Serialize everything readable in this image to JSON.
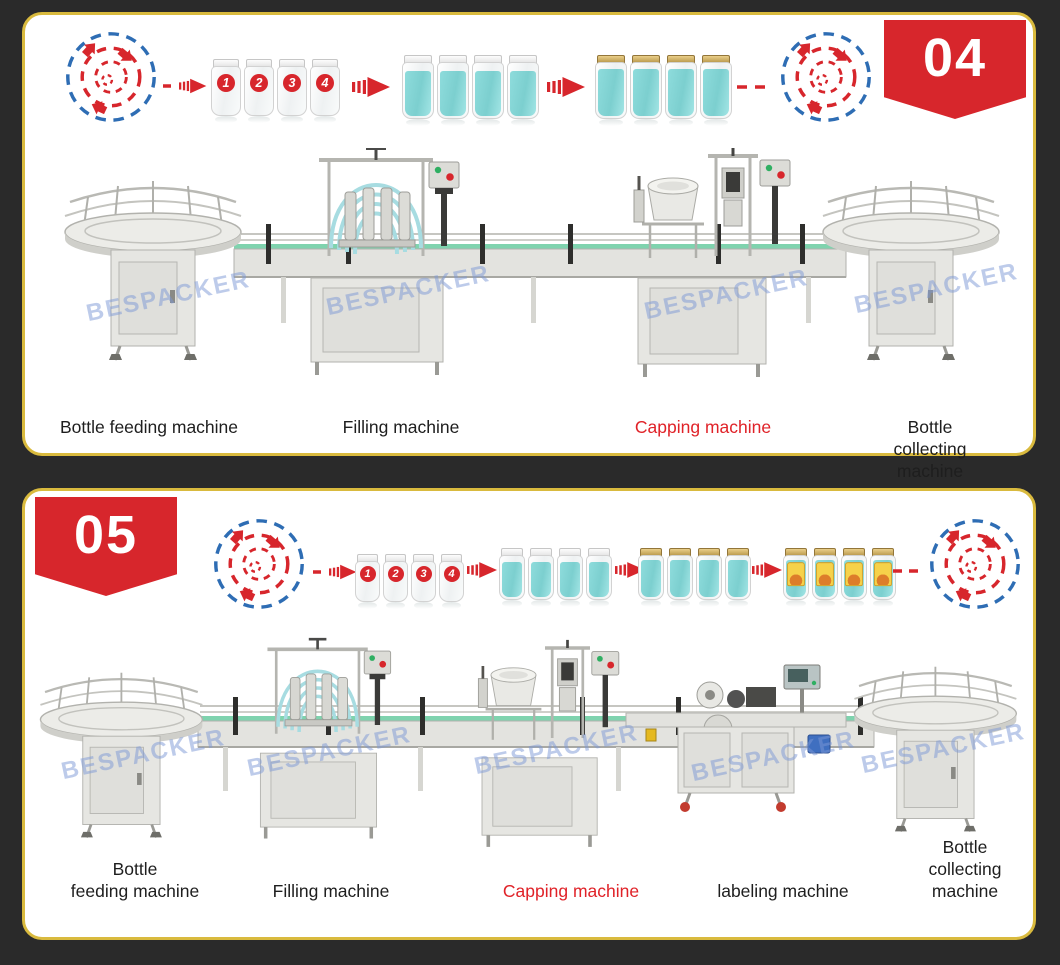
{
  "colors": {
    "background": "#2a2a2a",
    "panel_background": "#ffffff",
    "panel_border_gold": "#d9ba3e",
    "badge_red": "#d7262c",
    "caption_highlight_red": "#e02228",
    "caption_text": "#1e1e1e",
    "spiral_blue": "#2e6db4",
    "spiral_red": "#d7262c",
    "jar_liquid_teal": "#85d8d8",
    "jar_cap_gold": "#c2a053",
    "conveyor_belt_green": "#7fd3ae",
    "watermark_blue": "#7c97d5"
  },
  "icons": {
    "spiral": "unscrambler-spiral-icon",
    "arrow": "flow-arrow-icon"
  },
  "panels": [
    {
      "badge": "04",
      "watermark": "BESPACKER",
      "jar_numbers": [
        "1",
        "2",
        "3",
        "4"
      ],
      "machine_labels": [
        {
          "text": "Bottle feeding machine",
          "color": "#1e1e1e"
        },
        {
          "text": "Filling machine",
          "color": "#1e1e1e"
        },
        {
          "text": "Capping machine",
          "color": "#e02228"
        },
        {
          "text": "Bottle collecting machine",
          "color": "#1e1e1e"
        }
      ]
    },
    {
      "badge": "05",
      "watermark": "BESPACKER",
      "jar_numbers": [
        "1",
        "2",
        "3",
        "4"
      ],
      "machine_labels": [
        {
          "text": "Bottle\nfeeding machine",
          "color": "#1e1e1e"
        },
        {
          "text": "Filling machine",
          "color": "#1e1e1e"
        },
        {
          "text": "Capping machine",
          "color": "#e02228"
        },
        {
          "text": "labeling machine",
          "color": "#1e1e1e"
        },
        {
          "text": "Bottle\ncollecting machine",
          "color": "#1e1e1e"
        }
      ]
    }
  ]
}
